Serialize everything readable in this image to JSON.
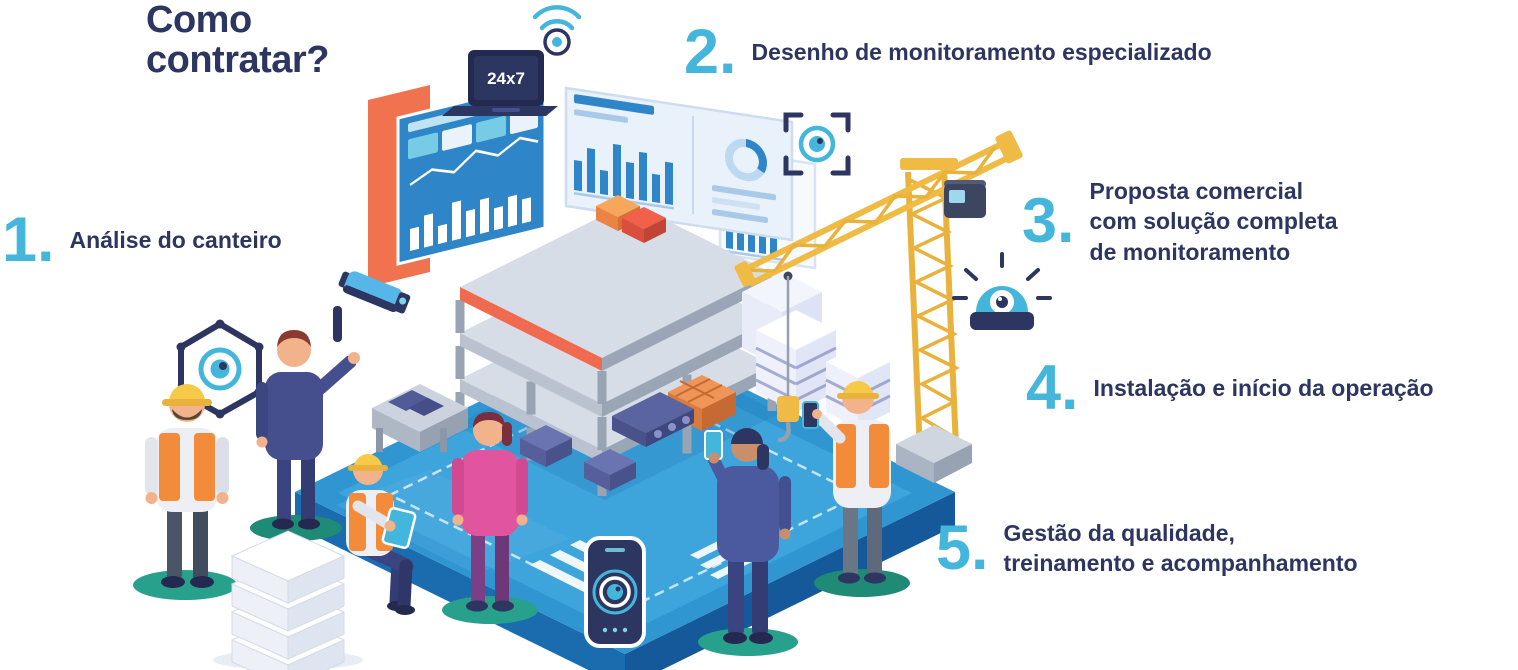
{
  "title": {
    "lines": [
      "Como",
      "contratar?"
    ]
  },
  "steps": [
    {
      "num": "1.",
      "lines": [
        "Análise do canteiro"
      ]
    },
    {
      "num": "2.",
      "lines": [
        "Desenho de monitoramento especializado"
      ]
    },
    {
      "num": "3.",
      "lines": [
        "Proposta comercial",
        "com solução completa",
        "de monitoramento"
      ]
    },
    {
      "num": "4.",
      "lines": [
        "Instalação e início da operação"
      ]
    },
    {
      "num": "5.",
      "lines": [
        "Gestão da qualidade,",
        "treinamento e acompanhamento"
      ]
    }
  ],
  "illustration": {
    "laptop_label": "24x7",
    "icons": [
      "cctv-camera-icon",
      "hexagon-eye-icon",
      "wifi-eye-icon",
      "viewfinder-eye-icon",
      "alarm-eye-icon",
      "phone-eye-icon",
      "laptop-icon"
    ]
  },
  "colors": {
    "accent_cyan": "#45b6db",
    "navy": "#2d3561",
    "platform_blue": "#2f96d2",
    "platform_edge": "#1b6cae",
    "dashboard_blue": "#2e86c8",
    "crane_yellow": "#f0bb45",
    "vest_orange": "#f28c3b",
    "coral_red": "#ef6a4e",
    "ground_teal": "#27a08c",
    "background": "#ffffff"
  }
}
